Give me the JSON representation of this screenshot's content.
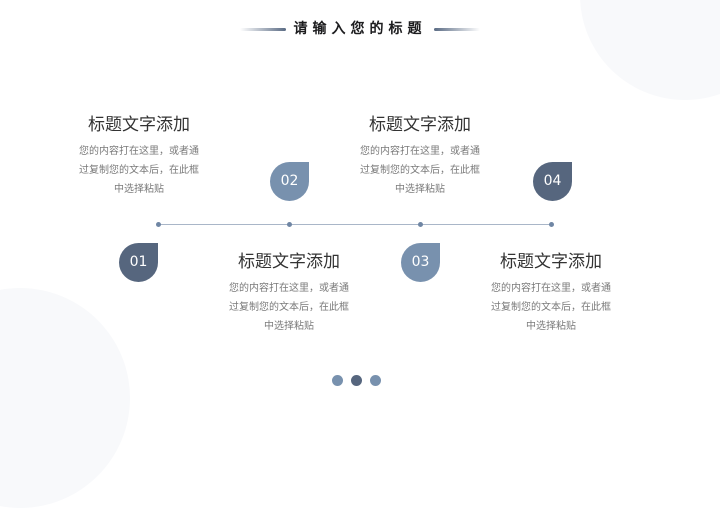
{
  "slide": {
    "title": "请输入您的标题",
    "colors": {
      "dark": "#56667e",
      "light": "#7891ae",
      "line": "#a9b6c8",
      "text": "#333333",
      "subtext": "#7a7a7a"
    }
  },
  "steps": [
    {
      "number": "01",
      "title": "标题文字添加",
      "lines": [
        "您的内容打在这里，或者通",
        "过复制您的文本后，在此框",
        "中选择粘贴"
      ]
    },
    {
      "number": "02",
      "title": "标题文字添加",
      "lines": [
        "您的内容打在这里，或者通",
        "过复制您的文本后，在此框",
        "中选择粘贴"
      ]
    },
    {
      "number": "03",
      "title": "标题文字添加",
      "lines": [
        "您的内容打在这里，或者通",
        "过复制您的文本后，在此框",
        "中选择粘贴"
      ]
    },
    {
      "number": "04",
      "title": "标题文字添加",
      "lines": [
        "您的内容打在这里，或者通",
        "过复制您的文本后，在此框",
        "中选择粘贴"
      ]
    }
  ],
  "pager": {
    "dots": 3,
    "active_index": 1
  }
}
